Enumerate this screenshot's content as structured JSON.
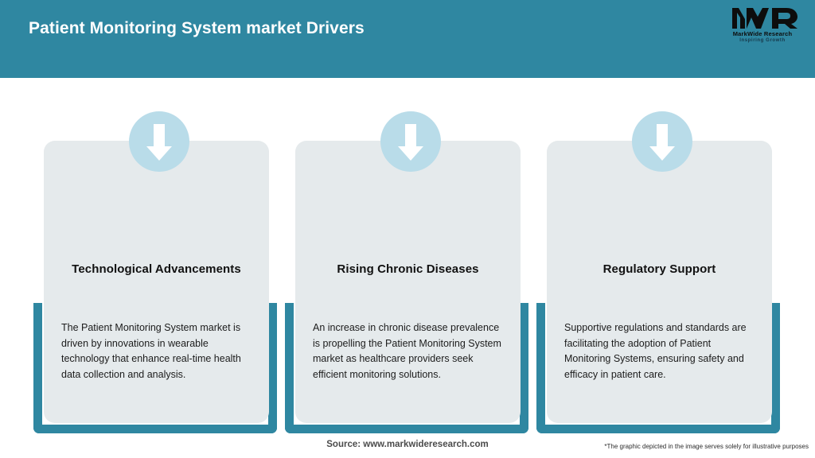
{
  "header": {
    "title": "Patient Monitoring System market Drivers",
    "background_color": "#2f87a1",
    "title_color": "#ffffff"
  },
  "logo": {
    "mark": "MWR",
    "company": "MarkWide Research",
    "tagline": "Inspiring Growth"
  },
  "theme": {
    "teal": "#2f87a1",
    "card_background": "#e5eaec",
    "badge_blue": "#b9dce9",
    "arrow_color": "#ffffff"
  },
  "cards": [
    {
      "icon": "down-arrow-icon",
      "title": "Technological Advancements",
      "body": "The Patient Monitoring System market is driven by innovations in wearable technology that enhance real-time health data collection and analysis."
    },
    {
      "icon": "down-arrow-icon",
      "title": "Rising Chronic Diseases",
      "body": "An increase in chronic disease prevalence is propelling the Patient Monitoring System market as healthcare providers seek efficient monitoring solutions."
    },
    {
      "icon": "down-arrow-icon",
      "title": "Regulatory Support",
      "body": "Supportive regulations and standards are facilitating the adoption of Patient Monitoring Systems, ensuring safety and efficacy in patient care."
    }
  ],
  "footer": {
    "source": "Source: www.markwideresearch.com",
    "disclaimer": "*The graphic depicted in the image serves solely for illustrative purposes"
  }
}
